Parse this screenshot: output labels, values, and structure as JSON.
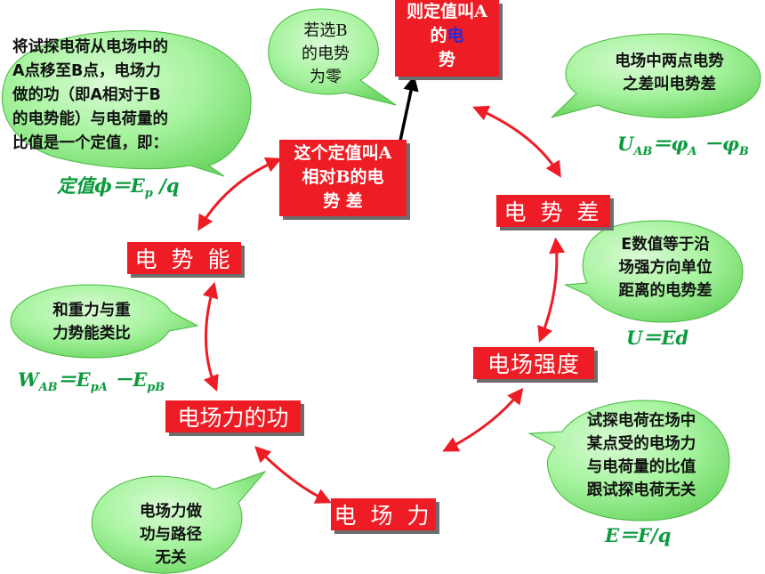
{
  "nodes": {
    "potential_energy": "电 势 能",
    "potential_difference": "电 势 差",
    "field_strength": "电场强度",
    "field_work": "电场力的功",
    "field_force": "电 场 力"
  },
  "center_box": {
    "lines": [
      "这个定值叫A",
      "相对B的电",
      "势 差"
    ]
  },
  "top_box": {
    "line1": "则定值叫A",
    "line2_prefix": "的",
    "line2_blue": "电",
    "line3": "势"
  },
  "bubbles": {
    "definition": [
      "将试探电荷从电场中的",
      "A点移至B点，电场力",
      "做的功（即A相对于B",
      "的电势能）与电荷量的",
      "比值是一个定值，即："
    ],
    "choose_b": [
      "若选B",
      "的电势",
      "为零"
    ],
    "potential_diff_def": [
      "电场中两点电势",
      "之差叫电势差"
    ],
    "e_meaning": [
      "E数值等于沿",
      "场强方向单位",
      "距离的电势差"
    ],
    "gravity_analogy": [
      "和重力与重",
      "力势能类比"
    ],
    "e_definition": [
      "试探电荷在场中",
      "某点受的电场力",
      "与电荷量的比值",
      "跟试探电荷无关"
    ],
    "work_path": [
      "电场力做",
      "功与路径",
      "无关"
    ]
  },
  "formulas": {
    "potential_ratio": {
      "label": "定值",
      "phi": "ϕ",
      "eq": "＝",
      "E": "E",
      "sub": "p",
      "tail": " /q"
    },
    "u_ab": {
      "U": "U",
      "U_sub": "AB",
      "eq": "＝",
      "phi_a": "φ",
      "phi_a_sub": "A",
      "minus": " －",
      "phi_b": "φ",
      "phi_b_sub": "B"
    },
    "u_ed": "U＝Ed",
    "w_ab": {
      "W": "W",
      "W_sub": "AB",
      "eq": "＝",
      "E1": "E",
      "E1_sub": "pA",
      "minus": " －",
      "E2": "E",
      "E2_sub": "pB"
    },
    "e_fq": "E＝F/q"
  },
  "colors": {
    "node_red": "#ee1c24",
    "bubble_green": "#8fef86",
    "arrow_red": "#ee1c24",
    "formula_green": "#0b9a3c",
    "blue_char": "#2b2bd6"
  }
}
